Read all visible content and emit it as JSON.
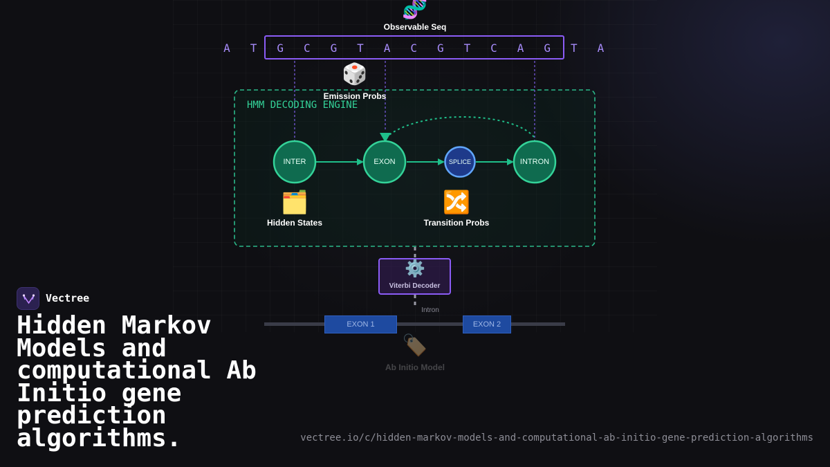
{
  "observable": {
    "icon": "dna-icon",
    "glyph": "🧬",
    "label": "Observable Seq"
  },
  "sequence": [
    "A",
    "T",
    "G",
    "C",
    "G",
    "T",
    "A",
    "C",
    "G",
    "T",
    "C",
    "A",
    "G",
    "T",
    "A"
  ],
  "emission": {
    "icon": "dice-icon",
    "glyph": "🎲",
    "label": "Emission Probs"
  },
  "engine": {
    "label": "HMM DECODING ENGINE"
  },
  "states": [
    {
      "label": "INTER"
    },
    {
      "label": "EXON"
    },
    {
      "label": "SPLICE"
    },
    {
      "label": "INTRON"
    }
  ],
  "hidden_states": {
    "icon": "card-index-dividers-icon",
    "glyph": "🗂️",
    "label": "Hidden States"
  },
  "transition": {
    "icon": "shuffle-icon",
    "glyph": "🔀",
    "label": "Transition Probs"
  },
  "decoder": {
    "icon": "gear-icon",
    "glyph": "⚙️",
    "label": "Viterbi Decoder"
  },
  "gene": {
    "exon1": "EXON 1",
    "exon2": "EXON 2",
    "intron": "Intron"
  },
  "model": {
    "icon": "label-tag-icon",
    "glyph": "🏷️",
    "label": "Ab Initio Model"
  },
  "brand": {
    "name": "Vectree"
  },
  "headline": "Hidden Markov Models and computational Ab Initio gene prediction algorithms.",
  "url": "vectree.io/c/hidden-markov-models-and-computational-ab-initio-gene-prediction-algorithms",
  "colors": {
    "accent_purple": "#8b5cf6",
    "accent_green": "#34d399",
    "state_fill": "#0f6b4f",
    "splice_fill": "#1e3a8a",
    "exon_blue": "#1e4aa0",
    "background": "#0f0f13"
  }
}
